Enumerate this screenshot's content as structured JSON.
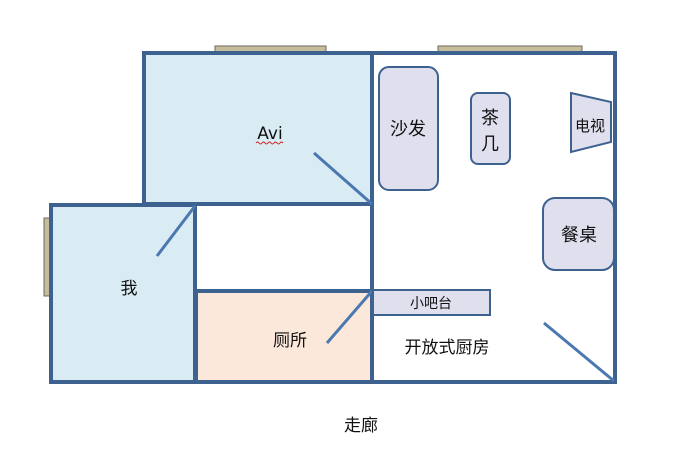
{
  "rooms": {
    "avi": "Avi",
    "me": "我",
    "toilet": "厕所",
    "kitchen": "开放式厨房",
    "corridor": "走廊"
  },
  "furniture": {
    "sofa": "沙发",
    "tea_table_line1": "茶",
    "tea_table_line2": "几",
    "tv": "电视",
    "dining_table": "餐桌",
    "bar": "小吧台"
  },
  "colors": {
    "wall": "#3e6290",
    "bedroom_fill": "#d9ecf3",
    "toilet_fill": "#fce8da",
    "furniture_fill": "#e0dfee",
    "window": "#c5bd9c"
  }
}
